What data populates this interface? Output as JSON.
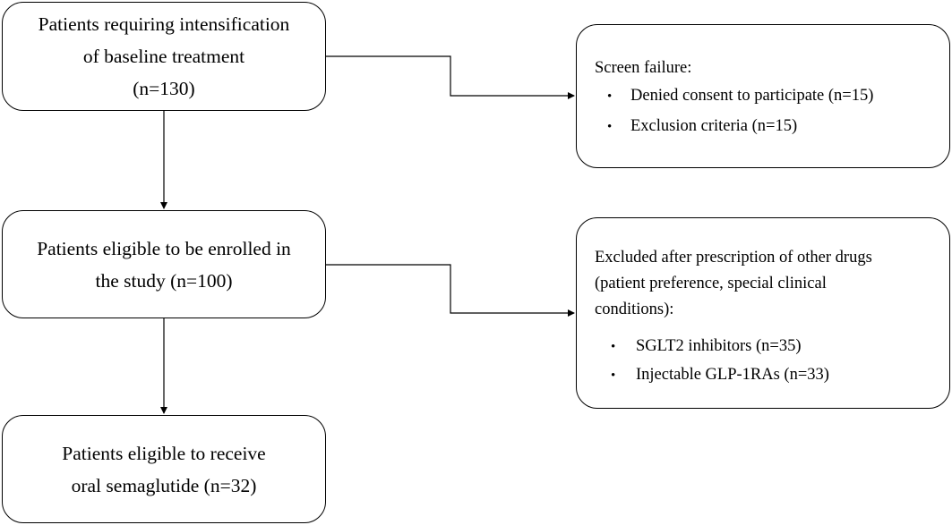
{
  "flowchart": {
    "boxes": {
      "initial": {
        "lines": [
          "Patients requiring intensification",
          "of baseline treatment",
          "(n=130)"
        ]
      },
      "eligible": {
        "lines": [
          "Patients eligible to be enrolled in",
          "the study (n=100)"
        ]
      },
      "final": {
        "lines": [
          "Patients eligible to receive",
          "oral semaglutide (n=32)"
        ]
      },
      "screen_failure": {
        "heading": "Screen failure:",
        "bullets": [
          "Denied consent to participate (n=15)",
          "Exclusion criteria (n=15)"
        ]
      },
      "excluded": {
        "heading_lines": [
          "Excluded after prescription of other drugs",
          "(patient preference, special clinical",
          "conditions):"
        ],
        "bullets": [
          "SGLT2 inhibitors (n=35)",
          "Injectable GLP-1RAs (n=33)"
        ]
      }
    },
    "bullet_symbol": "•",
    "colors": {
      "stroke": "#000000",
      "background": "#ffffff"
    }
  }
}
